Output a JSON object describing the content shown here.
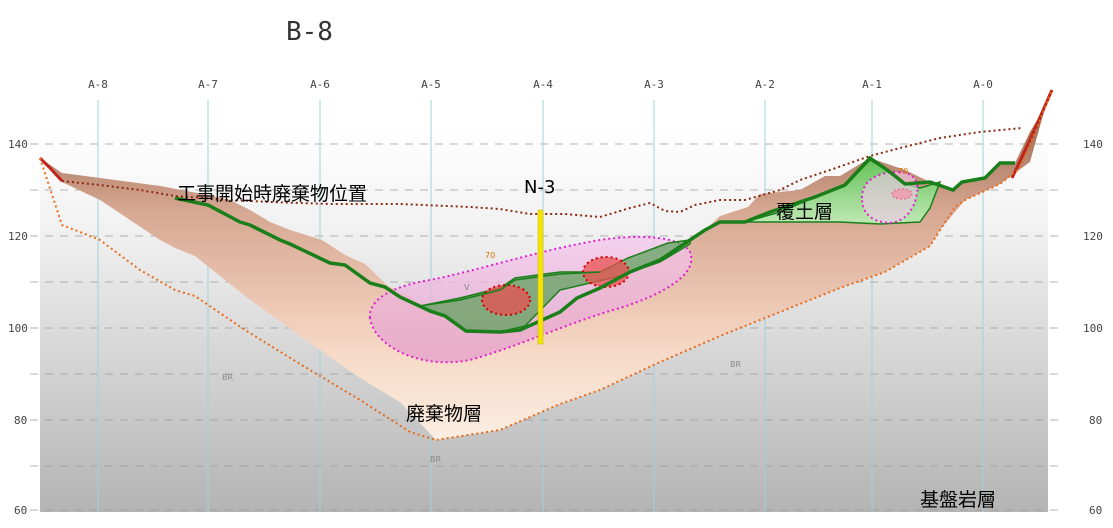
{
  "title": "B-8",
  "sections": [
    "A-8",
    "A-7",
    "A-6",
    "A-5",
    "A-4",
    "A-3",
    "A-2",
    "A-1",
    "A-0"
  ],
  "elevation_ticks": [
    "140",
    "120",
    "100",
    "80",
    "60"
  ],
  "labels": {
    "original_waste_position": "工事開始時廃棄物位置",
    "borehole": "N-3",
    "cover_soil": "覆土層",
    "waste_layer": "廃棄物層",
    "bedrock": "基盤岩層"
  },
  "faint_marks": [
    "BR",
    "BR",
    "BR",
    "70",
    "70",
    "V"
  ],
  "colors": {
    "bedrock_gradient_top": "#ffffff",
    "bedrock_gradient_bottom": "#b4b4b4",
    "waste_top": "#8c5840",
    "waste_bottom": "#fbe8d8",
    "cover_soil": "#7dcf6f",
    "ground_line": "#1a7f1a",
    "original_line": "#8b2a10",
    "contamination_zone": "#e58ad6",
    "hotspot": "#e04a4a",
    "borehole": "#f5e400"
  }
}
